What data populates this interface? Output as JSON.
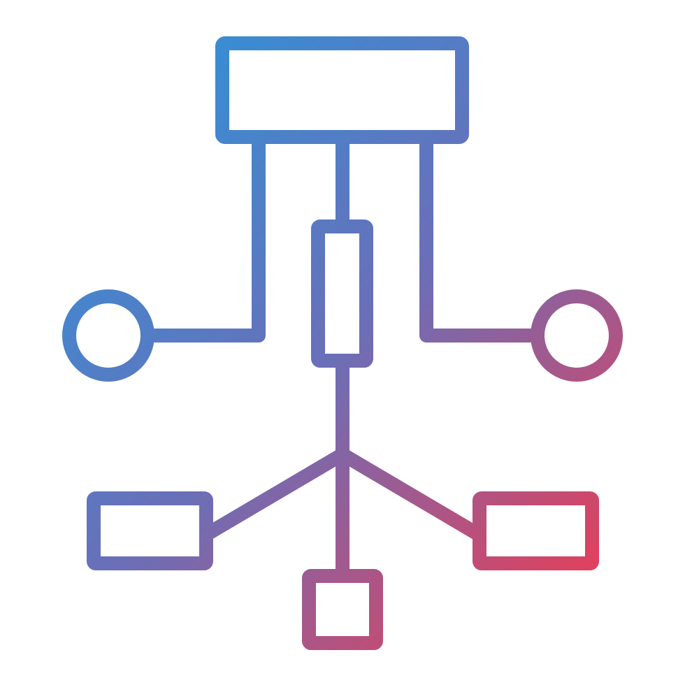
{
  "icon": {
    "name": "network-diagram-icon",
    "style": "outline",
    "gradient": {
      "start_color": "#2f93d9",
      "mid_color": "#6a6fb8",
      "end_color": "#ea3d56"
    },
    "nodes": [
      {
        "id": "top-box",
        "shape": "rectangle"
      },
      {
        "id": "center-box",
        "shape": "rectangle"
      },
      {
        "id": "left-circle",
        "shape": "circle"
      },
      {
        "id": "right-circle",
        "shape": "circle"
      },
      {
        "id": "bottom-left-box",
        "shape": "rectangle"
      },
      {
        "id": "bottom-center-box",
        "shape": "square"
      },
      {
        "id": "bottom-right-box",
        "shape": "rectangle"
      }
    ],
    "edges": [
      [
        "top-box",
        "left-circle"
      ],
      [
        "top-box",
        "center-box"
      ],
      [
        "top-box",
        "right-circle"
      ],
      [
        "center-box",
        "bottom-left-box"
      ],
      [
        "center-box",
        "bottom-center-box"
      ],
      [
        "center-box",
        "bottom-right-box"
      ]
    ]
  }
}
